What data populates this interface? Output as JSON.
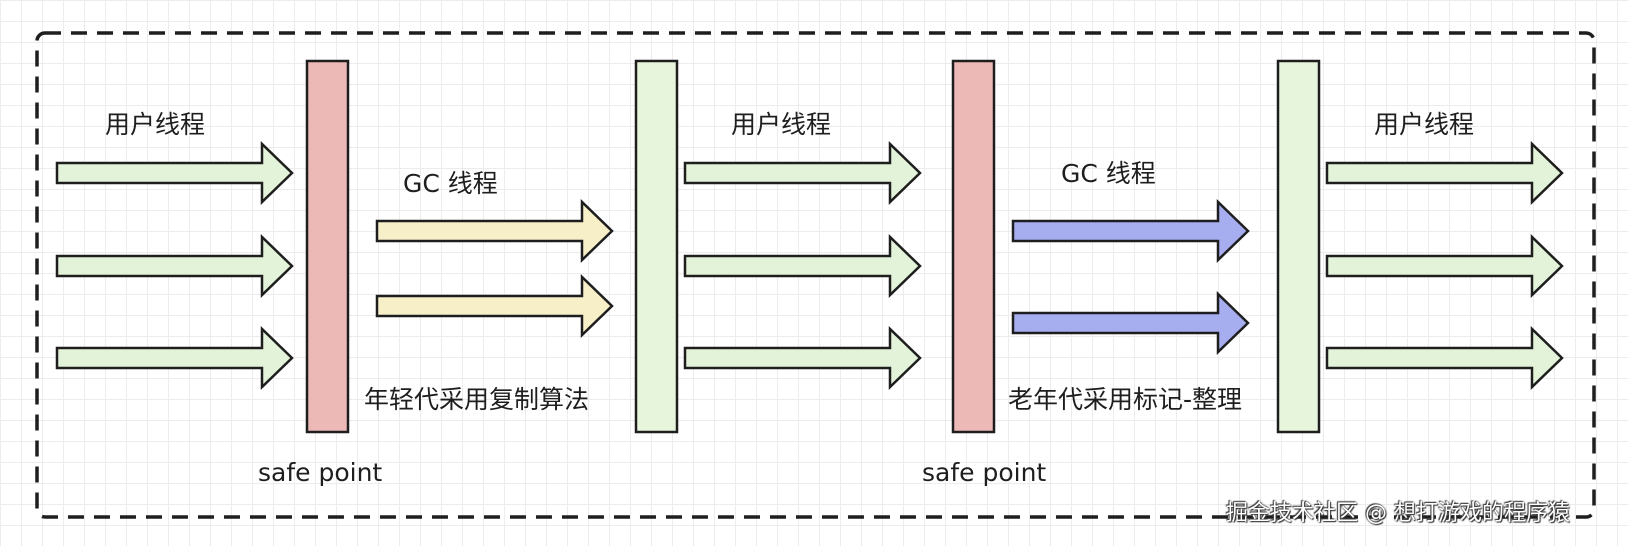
{
  "colors": {
    "frame_border": "#1e1e1e",
    "user_thread_fill": "#e3f3d9",
    "young_gc_fill": "#f6efc8",
    "old_gc_fill": "#a7aef0",
    "safepoint_bar_fill": "#edb9b7",
    "resume_bar_fill": "#e6f5dc",
    "stroke": "#1e1e1e"
  },
  "labels": {
    "user_thread_1": "用户线程",
    "user_thread_2": "用户线程",
    "user_thread_3": "用户线程",
    "gc_thread_1": "GC 线程",
    "gc_thread_2": "GC 线程",
    "young_gen_desc": "年轻代采用复制算法",
    "old_gen_desc": "老年代采用标记-整理",
    "safe_point_1": "safe point",
    "safe_point_2": "safe point"
  },
  "watermark": "掘金技术社区 @ 想打游戏的程序猿"
}
